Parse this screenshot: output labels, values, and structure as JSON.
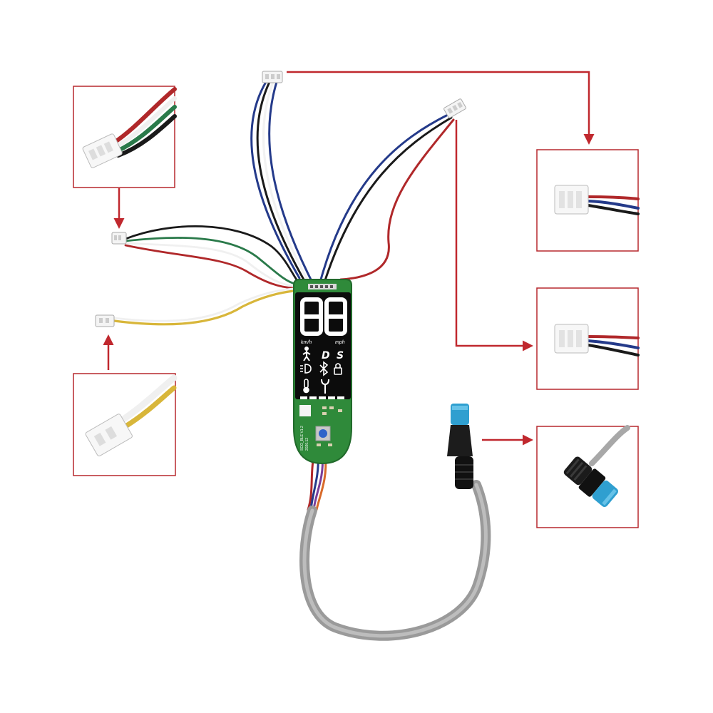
{
  "product": {
    "display": {
      "speed_digits": "88",
      "unit_left": "km/h",
      "unit_right": "mph",
      "mode_d": "D",
      "mode_s": "S"
    },
    "pcb_silkscreen": "SCO_BLE V1.2",
    "pcb_date": "2020.12"
  },
  "colors": {
    "callout_line": "#c0282e",
    "callout_frame": "#b7282e",
    "pcb_green": "#2f8a3a",
    "lcd_black": "#0c0c0c",
    "cable_gray": "#9a9a9a",
    "connector_blue": "#2f9fd0",
    "wire_red": "#b0282a",
    "wire_blue": "#243a8a",
    "wire_black": "#1a1a1a",
    "wire_green": "#2a7a4a",
    "wire_yellow": "#d8b63a"
  },
  "icons": [
    "walk-icon",
    "headlight-icon",
    "bluetooth-icon",
    "lock-icon",
    "temperature-icon",
    "wrench-icon"
  ]
}
